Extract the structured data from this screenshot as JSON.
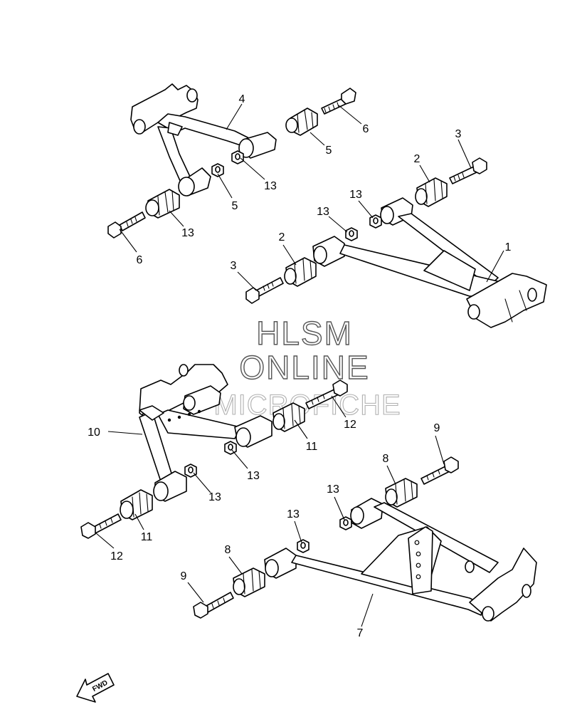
{
  "watermark": {
    "line1": "HLSM",
    "line2": "ONLINE",
    "line3": "MICROFICHE"
  },
  "direction_badge": {
    "label": "FWD"
  },
  "callouts": [
    {
      "id": "c4",
      "label": "4"
    },
    {
      "id": "c6a",
      "label": "6"
    },
    {
      "id": "c5a",
      "label": "5"
    },
    {
      "id": "c3a",
      "label": "3"
    },
    {
      "id": "c2a",
      "label": "2"
    },
    {
      "id": "c13a",
      "label": "13"
    },
    {
      "id": "c13b",
      "label": "13"
    },
    {
      "id": "c13c",
      "label": "13"
    },
    {
      "id": "c5b",
      "label": "5"
    },
    {
      "id": "c13d",
      "label": "13"
    },
    {
      "id": "c6b",
      "label": "6"
    },
    {
      "id": "c2b",
      "label": "2"
    },
    {
      "id": "c1",
      "label": "1"
    },
    {
      "id": "c3b",
      "label": "3"
    },
    {
      "id": "c12a",
      "label": "12"
    },
    {
      "id": "c10",
      "label": "10"
    },
    {
      "id": "c11a",
      "label": "11"
    },
    {
      "id": "c13e",
      "label": "13"
    },
    {
      "id": "c9a",
      "label": "9"
    },
    {
      "id": "c13f",
      "label": "13"
    },
    {
      "id": "c8a",
      "label": "8"
    },
    {
      "id": "c13g",
      "label": "13"
    },
    {
      "id": "c11b",
      "label": "11"
    },
    {
      "id": "c12b",
      "label": "12"
    },
    {
      "id": "c13h",
      "label": "13"
    },
    {
      "id": "c8b",
      "label": "8"
    },
    {
      "id": "c9b",
      "label": "9"
    },
    {
      "id": "c7",
      "label": "7"
    }
  ]
}
